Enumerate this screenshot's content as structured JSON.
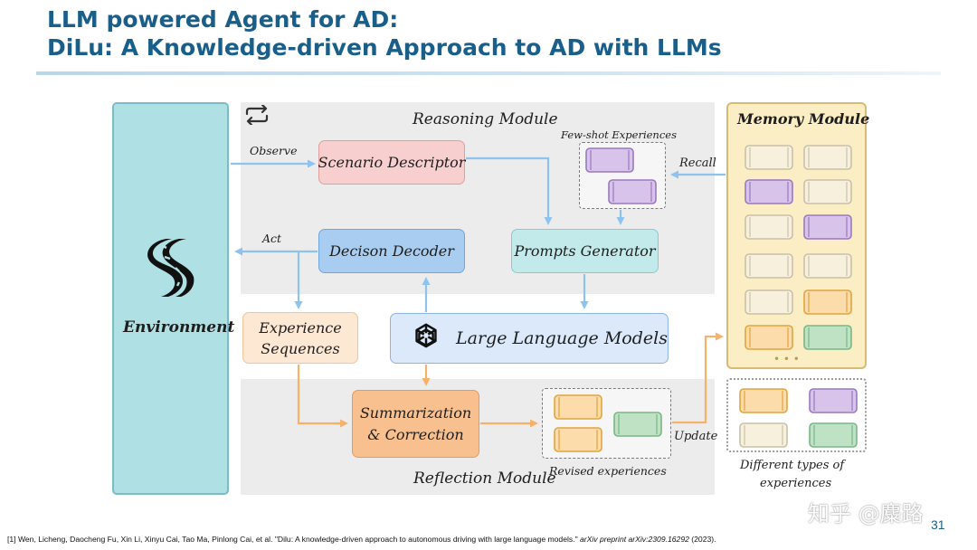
{
  "slide": {
    "title_line1": "LLM powered Agent for AD:",
    "title_line2": "DiLu: A Knowledge-driven Approach to AD with LLMs",
    "page_number": "31"
  },
  "diagram": {
    "environment": {
      "label": "Environment",
      "icon": "road-icon"
    },
    "reasoning_module": {
      "title": "Reasoning Module",
      "loop_icon": "repeat-icon",
      "scenario_descriptor": "Scenario Descriptor",
      "decision_decoder": "Decison Decoder",
      "prompts_generator": "Prompts Generator",
      "few_shot_label": "Few-shot Experiences"
    },
    "llm": {
      "label": "Large Language Models",
      "icon": "openai-icon"
    },
    "experience_sequences": {
      "line1": "Experience",
      "line2": "Sequences"
    },
    "reflection_module": {
      "title": "Reflection Module",
      "summarization_line1": "Summarization",
      "summarization_line2": "& Correction",
      "revised_label": "Revised experiences"
    },
    "memory_module": {
      "title": "Memory Module",
      "ellipsis": "• • •"
    },
    "edge_labels": {
      "observe": "Observe",
      "act": "Act",
      "recall": "Recall",
      "update": "Update"
    },
    "legend": {
      "line1": "Different types of",
      "line2": "experiences"
    },
    "colors": {
      "environment": "#afe0e4",
      "memory": "#fbedc4",
      "arrow_blue": "#8fc3ef",
      "arrow_orange": "#f7b26a",
      "exp_neutral": "#f7f0dc",
      "exp_purple": "#d8c4ea",
      "exp_orange": "#fbdcaa",
      "exp_green": "#bfe2c4"
    }
  },
  "citation": {
    "prefix": "[1] Wen, Licheng, Daocheng Fu, Xin Li, Xinyu Cai, Tao Ma, Pinlong Cai, et al. \"Dilu: A knowledge-driven approach to autonomous driving with large language models.\" ",
    "journal": "arXiv preprint arXiv:2309.16292",
    "suffix": " (2023)."
  },
  "watermark": "知乎 @麋路"
}
